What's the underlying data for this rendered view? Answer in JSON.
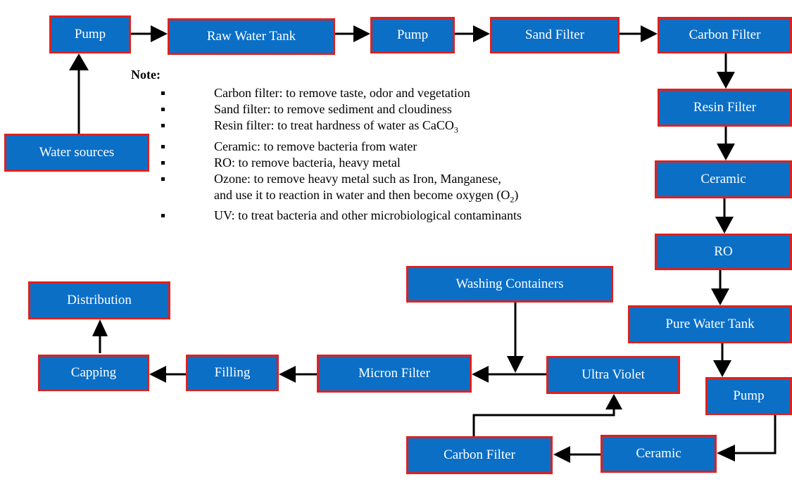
{
  "diagram": {
    "boxes": {
      "pump1": "Pump",
      "raw_water_tank": "Raw Water Tank",
      "pump2": "Pump",
      "sand_filter": "Sand Filter",
      "carbon_filter_top": "Carbon Filter",
      "resin_filter": "Resin Filter",
      "ceramic_right": "Ceramic",
      "ro": "RO",
      "pure_water_tank": "Pure Water Tank",
      "pump3": "Pump",
      "ceramic_bottom": "Ceramic",
      "carbon_filter_bottom": "Carbon Filter",
      "ultra_violet": "Ultra Violet",
      "washing_containers": "Washing Containers",
      "micron_filter": "Micron Filter",
      "filling": "Filling",
      "capping": "Capping",
      "distribution": "Distribution",
      "water_sources": "Water sources"
    },
    "note": {
      "title": "Note:",
      "items": [
        {
          "text": "Carbon filter: to remove taste, odor and vegetation"
        },
        {
          "text": "Sand filter: to remove sediment and cloudiness"
        },
        {
          "text": "Resin filter: to treat hardness of water as CaCO",
          "sub": "3"
        },
        {
          "text": "Ceramic: to remove bacteria from water"
        },
        {
          "text": "RO: to remove bacteria, heavy metal"
        },
        {
          "text": "Ozone: to remove heavy metal such as Iron, Manganese,",
          "line2": "and use it to reaction in water and then become oxygen (O",
          "line2_sub": "2",
          "line2_tail": ")"
        },
        {
          "text": "UV: to treat bacteria and other microbiological contaminants"
        }
      ]
    },
    "colors": {
      "box_fill": "#0b6fc6",
      "box_border": "#e0201e",
      "arrow": "#000000"
    }
  }
}
